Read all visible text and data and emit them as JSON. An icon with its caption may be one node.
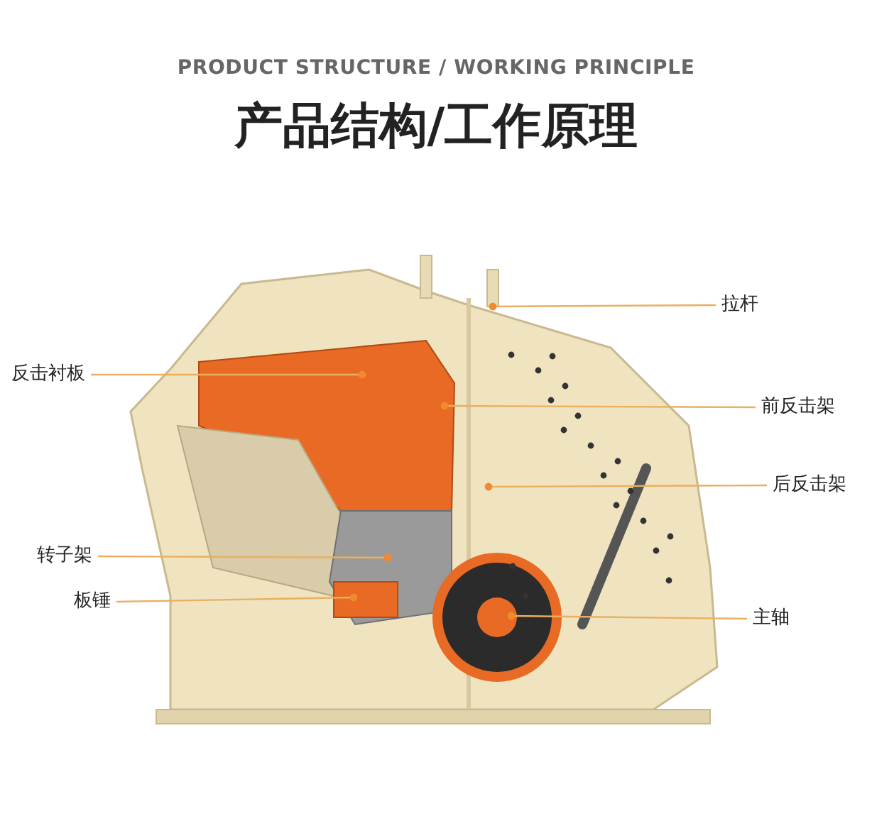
{
  "diagram": {
    "title": "产品结构/工作原理",
    "nodes": [
      {
        "text": [
          "拉杆"
        ]
      },
      {
        "text": [
          "反击衬板"
        ]
      },
      {
        "text": [
          "前反击架"
        ]
      },
      {
        "text": [
          "后反击架"
        ]
      },
      {
        "text": [
          "转子架"
        ]
      },
      {
        "text": [
          "板锤"
        ]
      },
      {
        "text": [
          "主轴"
        ]
      }
    ],
    "edges": [
      {
        "from": 0,
        "to": null,
        "arrow": "other"
      },
      {
        "from": 1,
        "to": null,
        "arrow": "other"
      },
      {
        "from": 2,
        "to": null,
        "arrow": "other"
      },
      {
        "from": 3,
        "to": null,
        "arrow": "other"
      },
      {
        "from": 4,
        "to": null,
        "arrow": "other"
      },
      {
        "from": 5,
        "to": null,
        "arrow": "other"
      },
      {
        "from": 6,
        "to": null,
        "arrow": "other"
      }
    ],
    "labels": [
      "PRODUCT STRUCTURE / WORKING PRINCIPLE"
    ]
  }
}
